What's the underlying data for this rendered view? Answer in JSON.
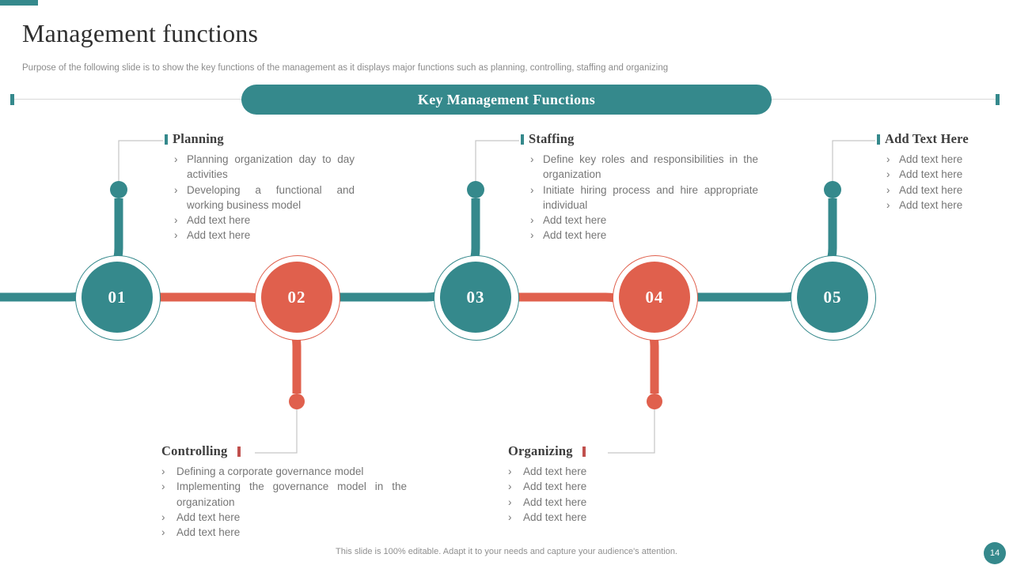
{
  "slide": {
    "title": "Management functions",
    "subtitle": "Purpose of the following slide is to show the key functions of the management as it displays major functions such as planning, controlling, staffing and organizing",
    "banner": "Key Management Functions",
    "footer": "This slide is 100% editable. Adapt it to your needs and capture your audience's attention.",
    "page_number": "14",
    "bullet_marker": "›"
  },
  "colors": {
    "teal": "#35898c",
    "coral": "#e0604d",
    "heading_text": "#3d3d3d",
    "body_text": "#767676",
    "connector_gray": "#c6c6c6"
  },
  "steps": [
    {
      "number": "01",
      "color": "teal",
      "position": "top",
      "title": "Planning",
      "bullets": [
        "Planning organization day to day activities",
        "Developing a functional and working business model",
        "Add text here",
        "Add text here"
      ]
    },
    {
      "number": "02",
      "color": "coral",
      "position": "bottom",
      "title": "Controlling",
      "bullets": [
        "Defining a corporate governance model",
        "Implementing the governance model in the organization",
        "Add text here",
        "Add text here"
      ]
    },
    {
      "number": "03",
      "color": "teal",
      "position": "top",
      "title": "Staffing",
      "bullets": [
        "Define key roles and responsibilities in the organization",
        "Initiate hiring process and hire appropriate individual",
        "Add text here",
        "Add text here"
      ]
    },
    {
      "number": "04",
      "color": "coral",
      "position": "bottom",
      "title": "Organizing",
      "bullets": [
        "Add text here",
        "Add text here",
        "Add text here",
        "Add text here"
      ]
    },
    {
      "number": "05",
      "color": "teal",
      "position": "top",
      "title": "Add Text Here",
      "bullets": [
        "Add text here",
        "Add text here",
        "Add text here",
        "Add text here"
      ]
    }
  ]
}
